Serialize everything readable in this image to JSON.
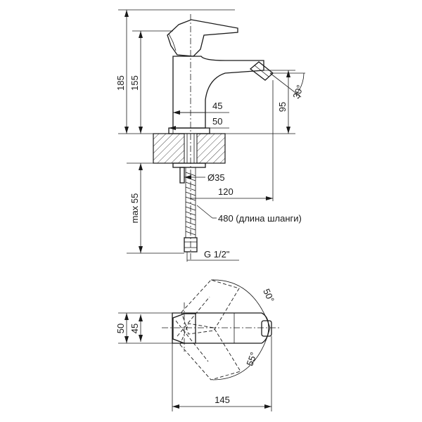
{
  "dimensions": {
    "total_height": "185",
    "spout_height": "155",
    "handle_width": "45",
    "body_width": "50",
    "nozzle_height": "95",
    "nozzle_angle": "30°",
    "base_diameter": "Ø35",
    "reach": "120",
    "max_thickness": "max 55",
    "hose_length": "480 (длина шланги)",
    "thread": "G 1/2\"",
    "top_body_width_50": "50",
    "top_body_width_45": "45",
    "rotation_top": "50°",
    "rotation_bottom": "55°",
    "total_length": "145"
  },
  "colors": {
    "line": "#1a1a1a",
    "background": "#ffffff"
  }
}
